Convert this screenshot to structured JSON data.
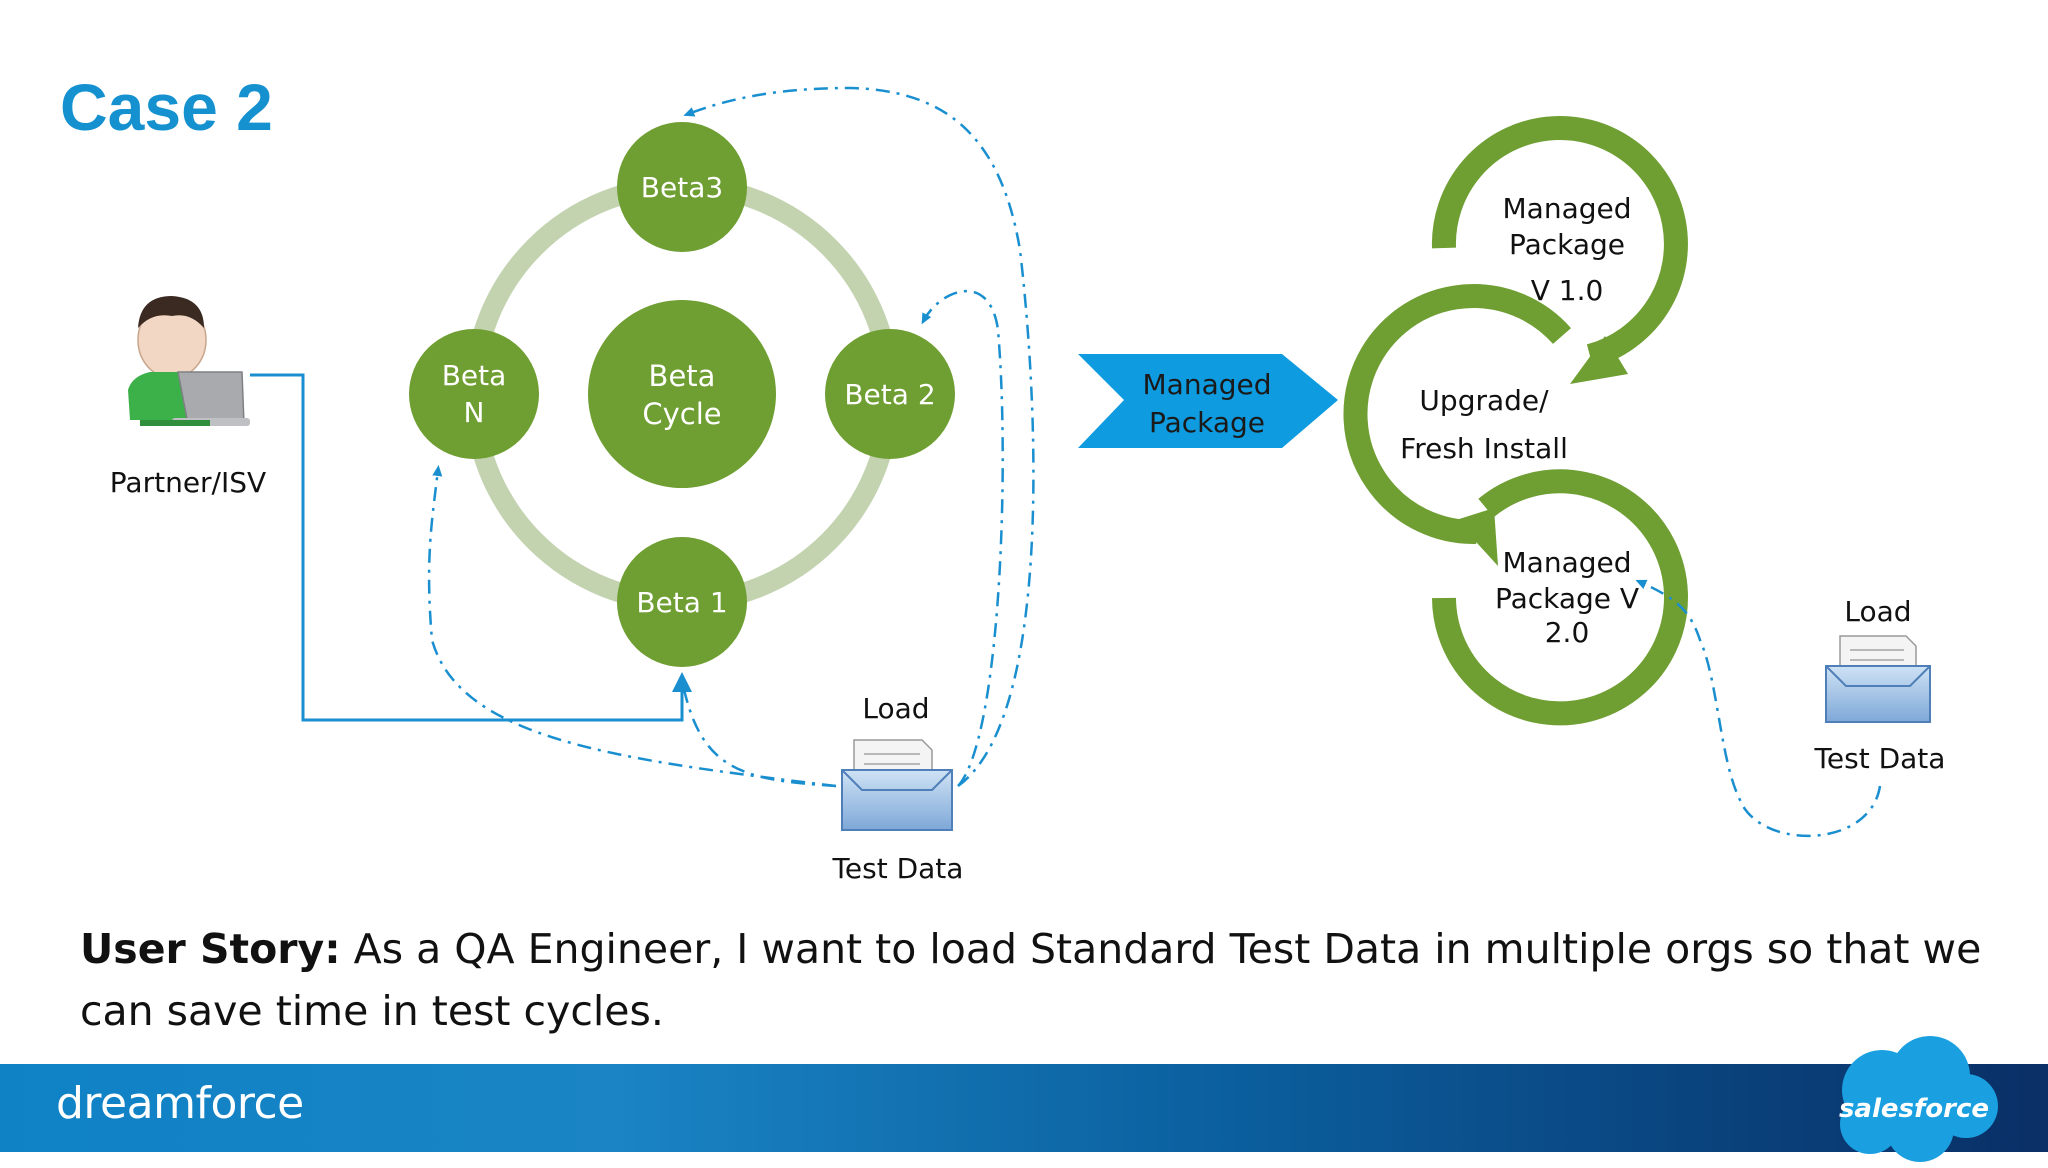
{
  "title": "Case 2",
  "user_story": {
    "label": "User Story:",
    "text": " As a QA Engineer, I want to load Standard Test Data in multiple orgs so that we can save time in test cycles."
  },
  "partner": {
    "label": "Partner/ISV"
  },
  "beta_cycle": {
    "center_line1": "Beta",
    "center_line2": "Cycle",
    "beta3": "Beta3",
    "beta2": "Beta 2",
    "beta1": "Beta 1",
    "betaN_line1": "Beta",
    "betaN_line2": "N"
  },
  "test_data_left": {
    "load": "Load",
    "label": "Test Data"
  },
  "arrow_box": {
    "line1": "Managed",
    "line2": "Package"
  },
  "managed_cycle": {
    "v1_line1": "Managed",
    "v1_line2": "Package",
    "v1_line3": "V 1.0",
    "upgrade_line1": "Upgrade/",
    "upgrade_line2": "Fresh Install",
    "v2_line1": "Managed",
    "v2_line2": "Package V",
    "v2_line3": "2.0"
  },
  "test_data_right": {
    "load": "Load",
    "label": "Test Data"
  },
  "footer": {
    "brand": "dreamforce",
    "logo": "salesforce"
  },
  "colors": {
    "title_blue": "#1591d0",
    "green": "#6f9e32",
    "ring": "#c3d3b0",
    "arrow_blue": "#0f9be0",
    "dash_blue": "#1a8fd0"
  }
}
